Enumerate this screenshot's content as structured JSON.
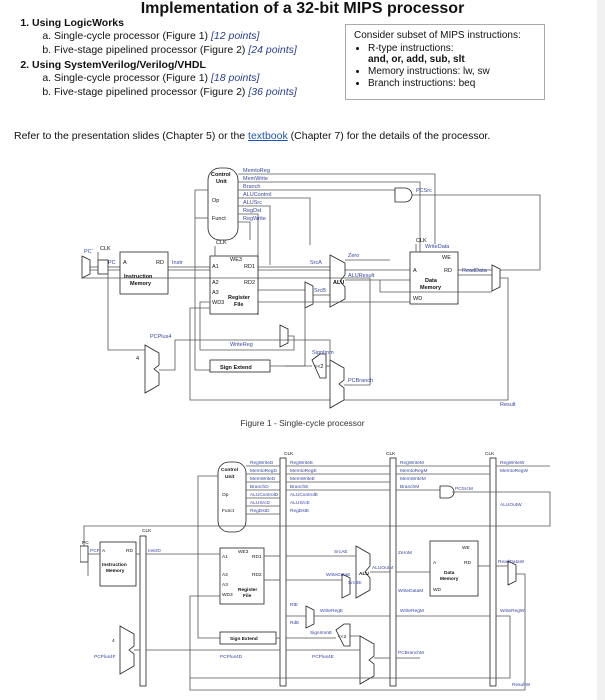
{
  "title": "Implementation of a 32-bit MIPS processor",
  "requirements": [
    {
      "label": "Using LogicWorks",
      "items": [
        {
          "text": "Single-cycle processor (Figure 1)",
          "points": "[12 points]"
        },
        {
          "text": "Five-stage pipelined processor (Figure 2)",
          "points": "[24 points]"
        }
      ]
    },
    {
      "label": "Using SystemVerilog/Verilog/VHDL",
      "items": [
        {
          "text": "Single-cycle processor (Figure 1)",
          "points": "[18 points]"
        },
        {
          "text": "Five-stage pipelined processor (Figure 2)",
          "points": "[36 points]"
        }
      ]
    }
  ],
  "subset": {
    "heading": "Consider subset of MIPS instructions:",
    "items": [
      {
        "text": "R-type instructions:",
        "detail": "and, or, add, sub, slt"
      },
      {
        "text": "Memory instructions: lw, sw"
      },
      {
        "text": "Branch instructions: beq"
      }
    ]
  },
  "note": {
    "before": "Refer to the presentation slides (Chapter 5) or the ",
    "link": "textbook",
    "after": " (Chapter 7) for the details of the processor."
  },
  "figure1": {
    "caption": "Figure 1 - Single-cycle processor",
    "labels": {
      "control": "Control",
      "unit": "Unit",
      "signals": [
        "MemtoReg",
        "MemWrite",
        "Branch",
        "ALUControl",
        "ALUSrc",
        "RegDst",
        "RegWrite"
      ],
      "op": "Op",
      "funct": "Funct",
      "pcsrc": "PCSrc",
      "clk": "CLK",
      "pc": "PC",
      "pc_prime": "PC'",
      "instr": "Instr",
      "im": [
        "A",
        "RD",
        "Instruction",
        "Memory"
      ],
      "rf": [
        "A1",
        "RD1",
        "A2",
        "RD2",
        "A3",
        "WD3",
        "WE3",
        "Register",
        "File"
      ],
      "srca": "SrcA",
      "srcb": "SrcB",
      "alu": "ALU",
      "zero": "Zero",
      "aluresult": "ALUResult",
      "dm": [
        "WE",
        "A",
        "RD",
        "Data",
        "Memory",
        "WD"
      ],
      "writedata": "WriteData",
      "readdata": "ReadData",
      "writereg": "WriteReg",
      "signext": "Sign Extend",
      "signimm": "SignImm",
      "shift": "<<2",
      "pcplus4": "PCPlus4",
      "pcbranch": "PCBranch",
      "four": "4",
      "result": "Result"
    }
  },
  "figure2": {
    "labels": {
      "control": "Control",
      "unit": "Unit",
      "clk": "CLK",
      "stage_d": [
        "RegWriteD",
        "MemtoRegD",
        "MemWriteD",
        "BranchD",
        "ALUControlD",
        "ALUSrcD",
        "RegDstD"
      ],
      "stage_e": [
        "RegWriteE",
        "MemtoRegE",
        "MemWriteE",
        "BranchE",
        "ALUControlE",
        "ALUSrcE",
        "RegDstE"
      ],
      "stage_m": [
        "RegWriteM",
        "MemtoRegM",
        "MemWriteM",
        "BranchM"
      ],
      "stage_w": [
        "RegWriteW",
        "MemtoRegW"
      ],
      "pcsrcm": "PCSrcM",
      "pc": "PC",
      "pcf": "PCF",
      "instrd": "InstrD",
      "srcae": "SrcAE",
      "srcbe": "SrcBE",
      "aluoutm": "ALUOutM",
      "aluoutw": "ALUOutW",
      "zerom": "ZeroM",
      "writedatae": "WriteDataE",
      "writedatam": "WriteDataM",
      "readdataw": "ReadDataW",
      "rte": "RtE",
      "rde": "RdE",
      "writerege": "WriteRegE",
      "writeregm": "WriteRegM",
      "writeregw": "WriteRegW",
      "signimme": "SignImmE",
      "pcplus4f": "PCPlus4F",
      "pcplus4d": "PCPlus4D",
      "pcplus4e": "PCPlus4E",
      "pcbranchm": "PCBranchM",
      "resultw": "ResultW",
      "four": "4",
      "shift": "<<2",
      "im": [
        "A",
        "RD",
        "Instruction",
        "Memory"
      ],
      "rf": [
        "A1",
        "RD1",
        "A2",
        "RD2",
        "A3",
        "WD3",
        "WE3",
        "Register",
        "File"
      ],
      "dm": [
        "WE",
        "A",
        "RD",
        "Data",
        "Memory",
        "WD"
      ],
      "signext": "Sign Extend",
      "alu": "ALU",
      "op": "Op",
      "funct": "Funct"
    }
  }
}
